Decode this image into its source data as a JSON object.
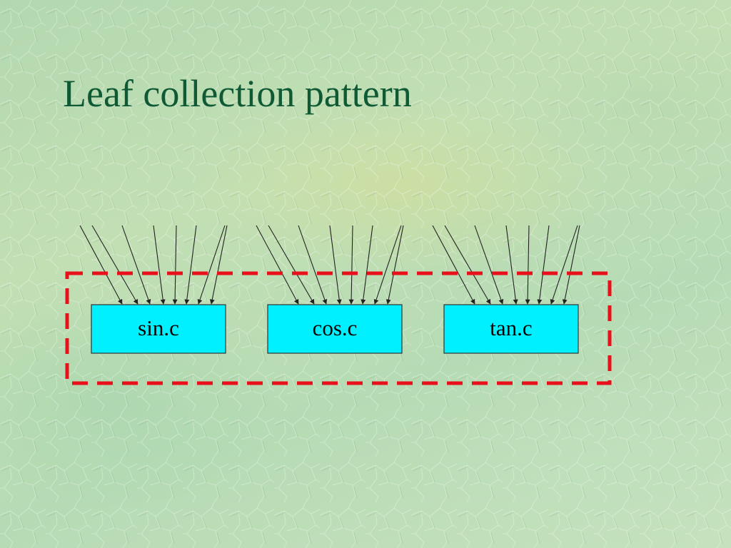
{
  "slide": {
    "title": "Leaf collection pattern"
  },
  "diagram": {
    "files": [
      "sin.c",
      "cos.c",
      "tan.c"
    ],
    "incoming_arrows_per_file": 8,
    "colors": {
      "title": "#0f5a34",
      "box_fill": "#00f0ff",
      "box_border": "#333333",
      "arrow": "#222222",
      "group_border": "#e8101a"
    }
  }
}
